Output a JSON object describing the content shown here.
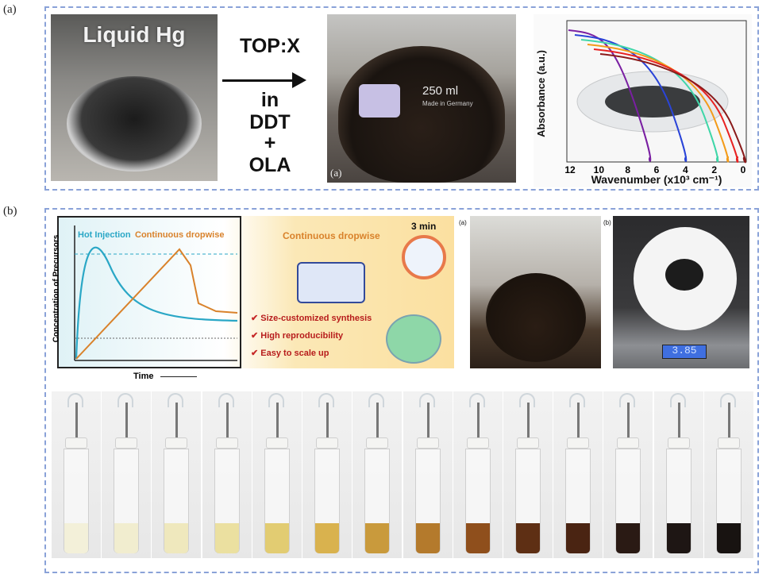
{
  "panel_a": {
    "label": "(a)",
    "photo_title": "Liquid Hg",
    "reagent": "TOP:X",
    "condition_lines": [
      "in",
      "DDT",
      "+",
      "OLA"
    ],
    "flask_text": "250 ml",
    "flask_subtext": "Made in Germany",
    "flask_sublabel": "(a)",
    "spectra": {
      "ylabel": "Absorbance (a.u.)",
      "xlabel": "Wavenumber (x10³ cm⁻¹)",
      "x_ticks": [
        "12",
        "10",
        "8",
        "6",
        "4",
        "2",
        "0"
      ],
      "colors": [
        "#7a1fa2",
        "#2a44d8",
        "#3fd6a8",
        "#f39b1a",
        "#e82222",
        "#8a1a1a"
      ]
    }
  },
  "panel_b": {
    "label": "(b)",
    "cartoon": {
      "ylabel": "Concentration of Precursors",
      "xlabel": "Time",
      "hot_injection": "Hot Injection",
      "continuous_dropwise_graph": "Continuous dropwise",
      "continuous_dropwise_title": "Continuous dropwise",
      "timer": "3 min",
      "bullets": [
        "Size-customized synthesis",
        "High reproducibility",
        "Easy to scale up"
      ],
      "colors": {
        "hot_curve": "#2aa7c6",
        "drop_curve": "#d9822b",
        "check": "#c62828",
        "bullet_text": "#b71c1c"
      }
    },
    "photo_c_label": "(a)",
    "photo_d_label": "(b)",
    "scale_readout": "3.85",
    "vial_colors": [
      "#f3f0d9",
      "#f1edcf",
      "#efe8bd",
      "#ebe0a0",
      "#e2cc72",
      "#d9b24e",
      "#c99a3c",
      "#b47a2c",
      "#8f4f1c",
      "#5e2f14",
      "#4a2412",
      "#2a1a14",
      "#1e1614",
      "#181311"
    ]
  }
}
